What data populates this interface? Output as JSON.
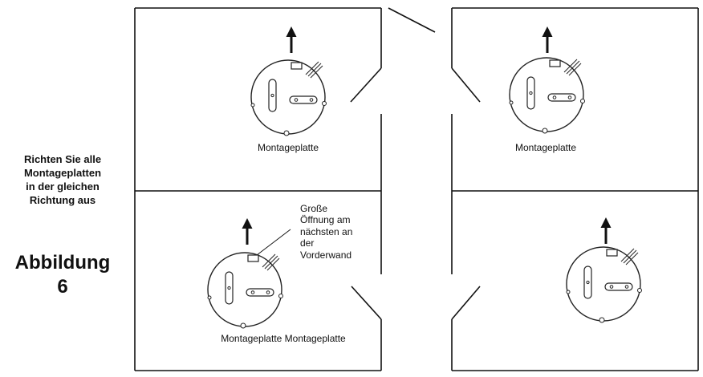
{
  "side_caption": [
    "Richten Sie alle",
    "Montageplatten",
    "in der gleichen",
    "Richtung aus"
  ],
  "figure_label": [
    "Abbildung",
    "6"
  ],
  "plate_labels": {
    "top_left": "Montageplatte",
    "top_right": "Montageplatte",
    "bottom_left": "Montageplatte Montageplatte"
  },
  "callout": [
    "Große",
    "Öffnung am",
    "nächsten an",
    "der",
    "Vorderwand"
  ]
}
